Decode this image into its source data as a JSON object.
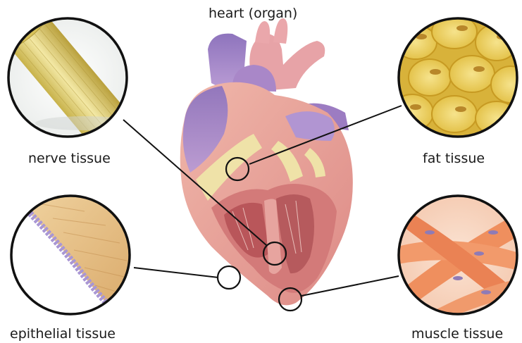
{
  "labels": {
    "heart": "heart (organ)",
    "nerve": "nerve tissue",
    "fat": "fat tissue",
    "epithelial": "epithelial tissue",
    "muscle": "muscle tissue"
  },
  "colors": {
    "outline": "#111111",
    "nerve_fill": "#e8d88a",
    "fat_fill": "#f0d56a",
    "epithelial_fill": "#e6bf86",
    "epithelial_membrane": "#a996d4",
    "muscle_fill": "#f2a07d",
    "heart_pink": "#e9a4a0",
    "heart_purple": "#9d7cc0"
  }
}
